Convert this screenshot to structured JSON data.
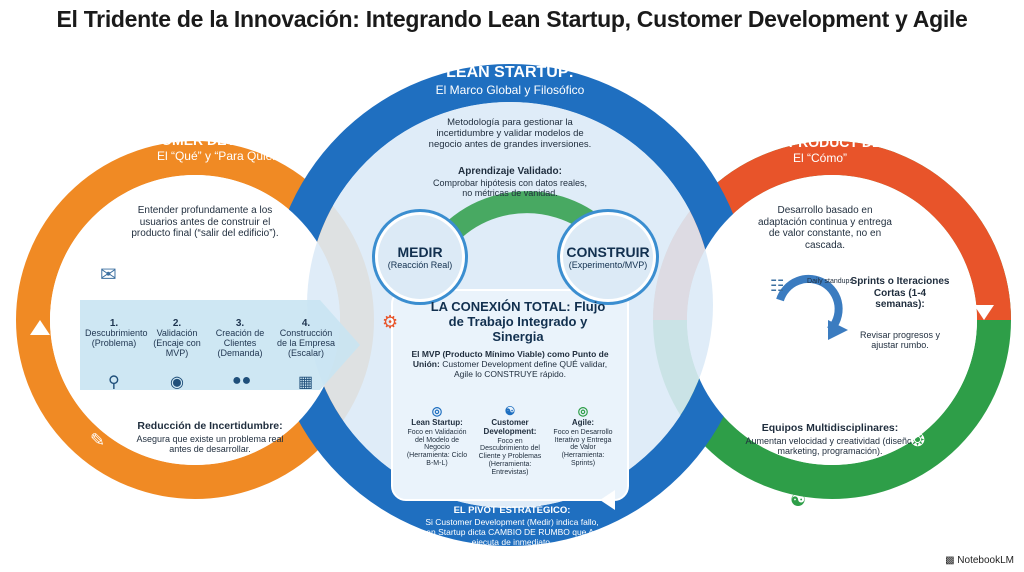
{
  "title": "El Tridente de la Innovación: Integrando Lean Startup, Customer Development y Agile",
  "lean": {
    "header": "LEAN STARTUP:",
    "subheader": "El Marco Global y Filosófico",
    "description": "Metodología para gestionar la incertidumbre y validar modelos de negocio antes de grandes inversiones.",
    "validated_title": "Aprendizaje Validado:",
    "validated_text": "Comprobar hipótesis con datos reales, no métricas de vanidad."
  },
  "customer": {
    "header": "CUSTOMER DEVELOPMENT:",
    "subheader": "El “Qué” y “Para Quién”",
    "description": "Entender profundamente a los usuarios antes de construir el producto final (“salir del edificio”).",
    "steps": [
      {
        "num": "1.",
        "label": "Descubrimiento",
        "detail": "(Problema)",
        "icon": "search-icon"
      },
      {
        "num": "2.",
        "label": "Validación",
        "detail": "(Encaje con MVP)",
        "icon": "eye-icon"
      },
      {
        "num": "3.",
        "label": "Creación de Clientes",
        "detail": "(Demanda)",
        "icon": "users-icon"
      },
      {
        "num": "4.",
        "label": "Construcción de la Empresa",
        "detail": "(Escalar)",
        "icon": "building-icon"
      }
    ],
    "uncertainty_title": "Reducción de Incertidumbre:",
    "uncertainty_text": "Asegura que existe un problema real antes de desarrollar."
  },
  "agile": {
    "header": "AGILE PRODUCT DEV.:",
    "subheader": "El “Cómo”",
    "description": "Desarrollo basado en adaptación continua y entrega de valor constante, no en cascada.",
    "daily_label": "Daily standups",
    "sprints_title": "Sprints o Iteraciones Cortas (1-4 semanas):",
    "sprints_text": "Revisar progresos y ajustar rumbo.",
    "teams_title": "Equipos Multidisciplinares:",
    "teams_text": "Aumentan velocidad y creatividad (diseño, marketing, programación)."
  },
  "nodes": {
    "measure": {
      "label": "MEDIR",
      "detail": "(Reacción Real)"
    },
    "build": {
      "label": "CONSTRUIR",
      "detail": "(Experimento/MVP)"
    }
  },
  "connection": {
    "title": "LA CONEXIÓN TOTAL: Flujo de Trabajo Integrado y Sinergia",
    "mvp_bold": "El MVP (Producto Mínimo Viable) como Punto de Unión:",
    "mvp_text": "Customer Development define QUÉ validar, Agile lo CONSTRUYE rápido.",
    "columns": [
      {
        "title": "Lean Startup:",
        "text": "Foco en Validación del Modelo de Negocio (Herramienta: Ciclo B-M-L)",
        "icon": "target-icon"
      },
      {
        "title": "Customer Development:",
        "text": "Foco en Descubrimiento del Cliente y Problemas (Herramienta: Entrevistas)",
        "icon": "handshake-icon"
      },
      {
        "title": "Agile:",
        "text": "Foco en Desarrollo Iterativo y Entrega de Valor (Herramienta: Sprints)",
        "icon": "agile-target-icon"
      }
    ]
  },
  "pivot": {
    "title": "EL PIVOT ESTRATÉGICO:",
    "text": "Si Customer Development (Medir) indica fallo, Lean Startup dicta CAMBIO DE RUMBO que Agile ejecuta de inmediato."
  },
  "brand": "NotebookLM",
  "colors": {
    "orange": "#f08a24",
    "blue": "#1f6fc0",
    "green": "#2e9e48",
    "agile_red": "#e8542a",
    "panel": "#dbeaf7"
  }
}
